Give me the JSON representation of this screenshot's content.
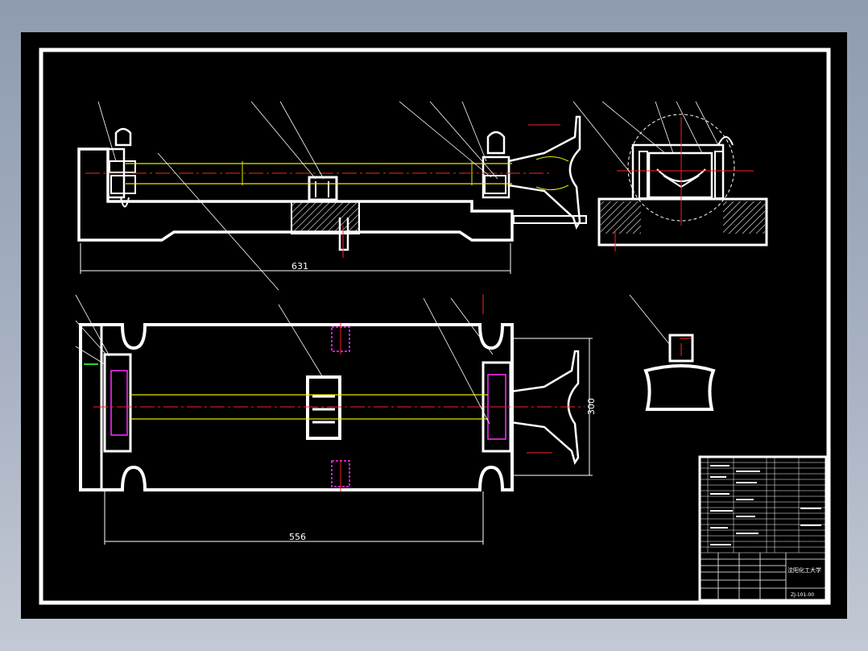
{
  "drawing": {
    "dimensions": {
      "front_length": "631",
      "plan_length": "556",
      "plan_width": "300"
    },
    "title_block": {
      "company": "沈阳化工大学",
      "drawing_number": "ZJ-101-00"
    },
    "colors": {
      "background": "#000000",
      "outline": "#ffffff",
      "centerline": "#ff2020",
      "hidden": "#e8e800",
      "fastener": "#ff30ff",
      "datum": "#22dd22"
    }
  }
}
